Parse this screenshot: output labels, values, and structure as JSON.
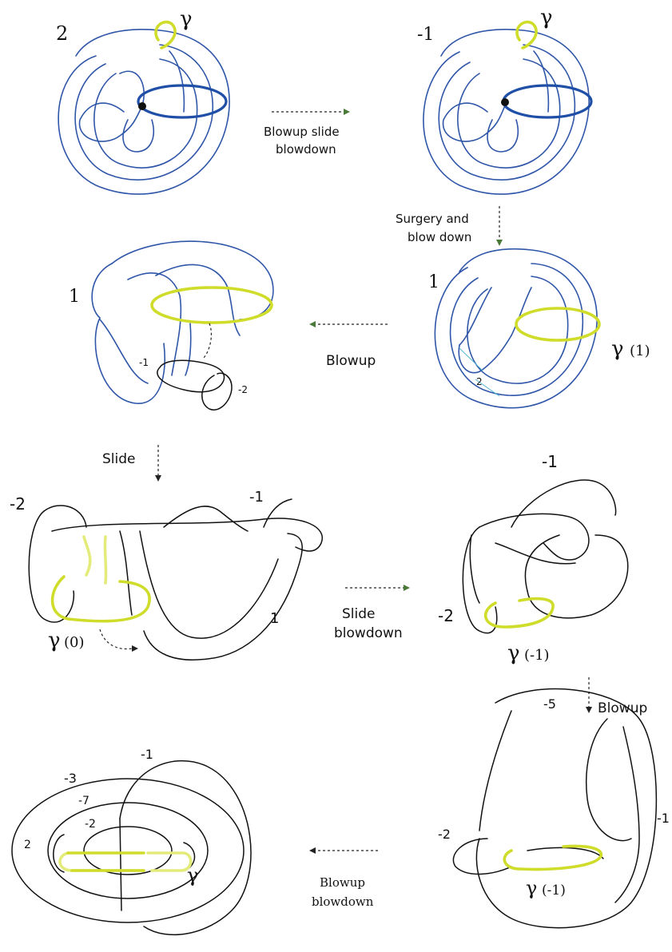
{
  "panels": {
    "p1": {
      "coef": "2",
      "gamma": "γ"
    },
    "p2": {
      "coef": "-1",
      "gamma": "γ"
    },
    "p3": {
      "coef": "1",
      "gamma": "γ",
      "gamma_coef": "(1)",
      "twist": "2"
    },
    "p4": {
      "coef": "1",
      "label_a": "-1",
      "label_b": "-2"
    },
    "p5": {
      "label_a": "-2",
      "label_b": "-1",
      "label_c": "1",
      "gamma": "γ",
      "gamma_coef": "(0)"
    },
    "p6": {
      "label_a": "-1",
      "label_b": "-2",
      "gamma": "γ",
      "gamma_coef": "(-1)"
    },
    "p7": {
      "label_a": "-5",
      "label_b": "-2",
      "label_c": "-1",
      "gamma": "γ",
      "gamma_coef": "(-1)"
    },
    "p8": {
      "label_a": "-1",
      "label_b": "-3",
      "label_c": "-7",
      "label_d": "-2",
      "label_e": "2",
      "gamma": "γ"
    }
  },
  "steps": {
    "s1_line1": "Blowup slide",
    "s1_line2": "blowdown",
    "s2_line1": "Surgery and",
    "s2_line2": "blow down",
    "s3": "Blowup",
    "s4": "Slide",
    "s5_line1": "Slide",
    "s5_line2": "blowdown",
    "s6": "Blowup",
    "s7_line1": "Blowup",
    "s7_line2": "blowdown"
  },
  "colors": {
    "knot_blue": "#2f56a8",
    "gamma_yellow": "#cfdc2a",
    "knot_black": "#111111",
    "twist_cyan": "#56b7d6"
  }
}
